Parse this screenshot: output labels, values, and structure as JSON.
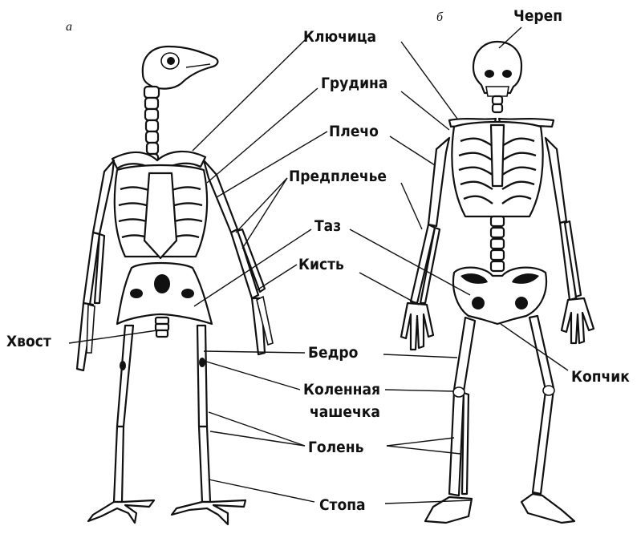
{
  "panels": {
    "a": "а",
    "b": "б"
  },
  "labels": {
    "cherep": "Череп",
    "klyuchitsa": "Ключица",
    "grudina": "Грудина",
    "plecho": "Плечо",
    "predplechye": "Предплечье",
    "taz": "Таз",
    "kist": "Кисть",
    "khvost": "Хвост",
    "bedro": "Бедро",
    "kolennaya_1": "Коленная",
    "kolennaya_2": "чашечка",
    "kopchik": "Копчик",
    "golen": "Голень",
    "stopa": "Стопа"
  }
}
